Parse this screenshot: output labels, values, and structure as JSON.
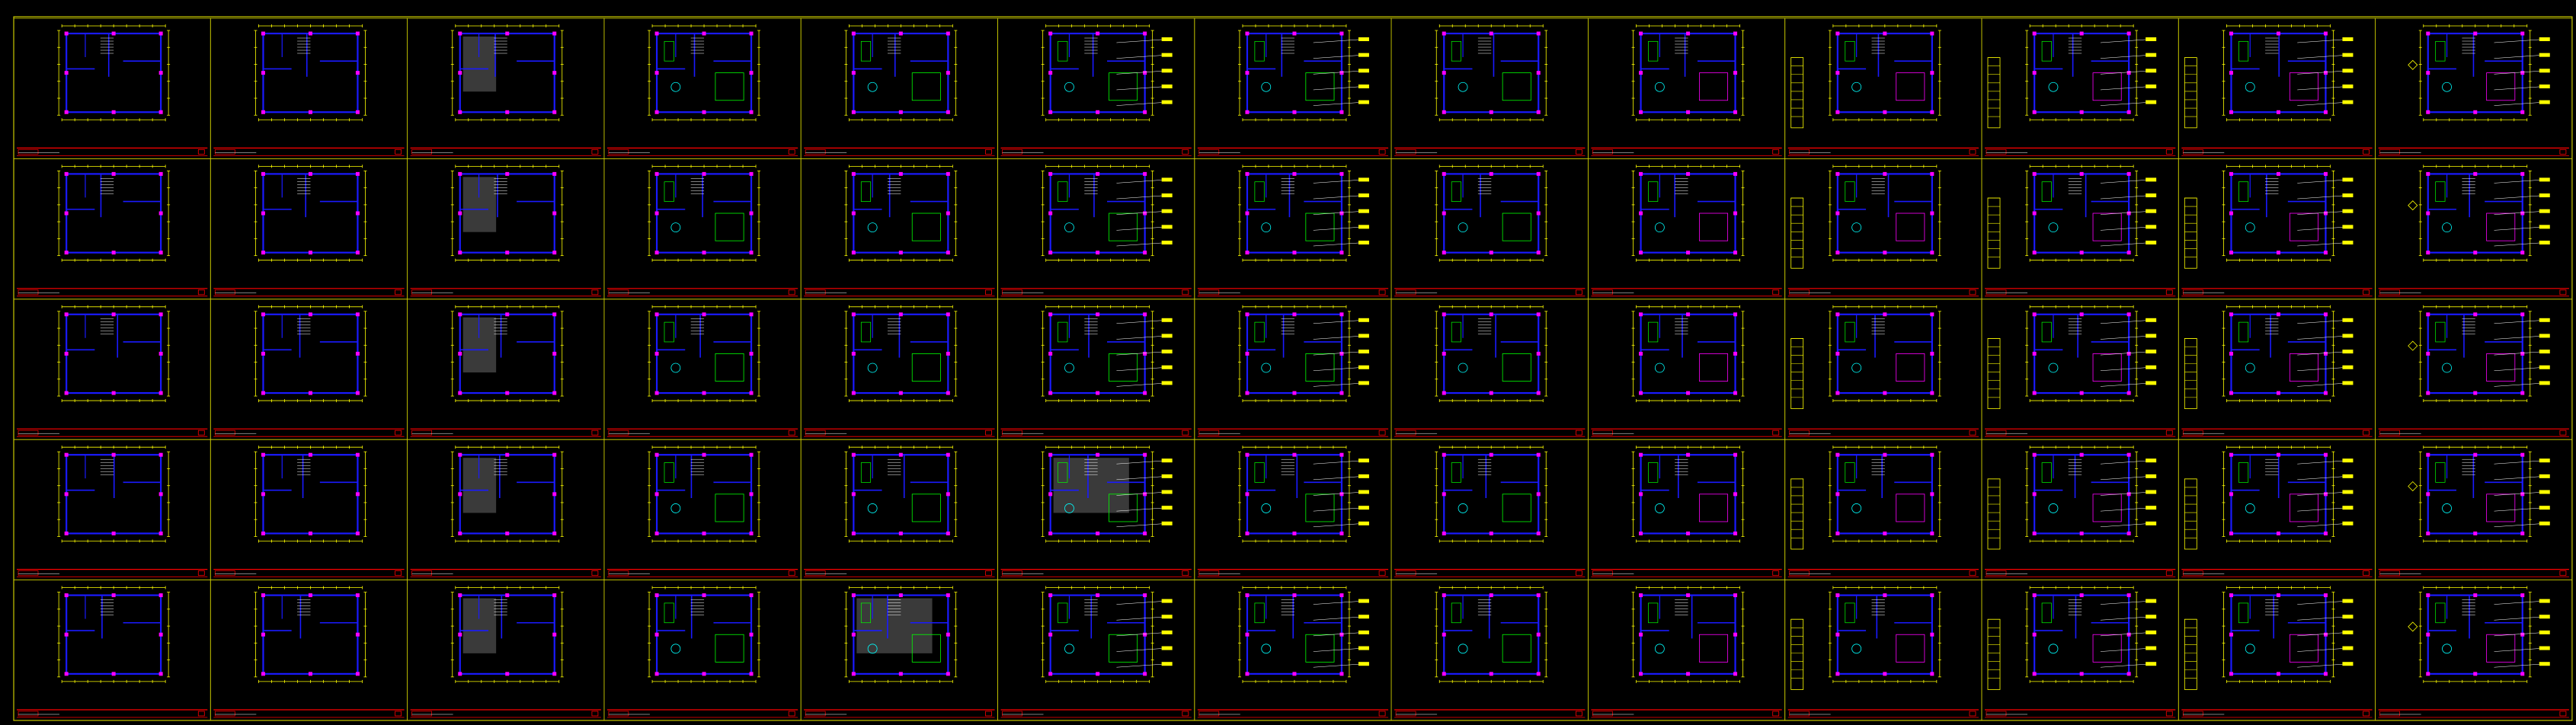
{
  "colors": {
    "background": "#000000",
    "frame": "#c8c800",
    "wall": "#1a1aff",
    "dimension": "#ffff00",
    "title_block": "#ff0000",
    "column": "#ff00ff",
    "furniture": "#00ff00",
    "annotation": "#ffffff",
    "detail": "#00ffff",
    "hatch": "#6a6a6a"
  },
  "grid": {
    "rows": 5,
    "columns": 13
  },
  "drawing_columns": [
    {
      "index": 1,
      "kind": "original-structure-plan"
    },
    {
      "index": 2,
      "kind": "wall-demolition-plan"
    },
    {
      "index": 3,
      "kind": "new-wall-plan"
    },
    {
      "index": 4,
      "kind": "furniture-layout-plan"
    },
    {
      "index": 5,
      "kind": "floor-finish-plan"
    },
    {
      "index": 6,
      "kind": "ceiling-plan"
    },
    {
      "index": 7,
      "kind": "ceiling-dimension-plan"
    },
    {
      "index": 8,
      "kind": "lighting-plan"
    },
    {
      "index": 9,
      "kind": "switch-plan"
    },
    {
      "index": 10,
      "kind": "socket-plan"
    },
    {
      "index": 11,
      "kind": "plumbing-plan"
    },
    {
      "index": 12,
      "kind": "elevation-index-plan"
    },
    {
      "index": 13,
      "kind": "material-index-plan"
    }
  ],
  "drawing_rows": [
    {
      "index": 1,
      "floor": "floor-1"
    },
    {
      "index": 2,
      "floor": "floor-2"
    },
    {
      "index": 3,
      "floor": "floor-3"
    },
    {
      "index": 4,
      "floor": "floor-4"
    },
    {
      "index": 5,
      "floor": "floor-5"
    }
  ]
}
